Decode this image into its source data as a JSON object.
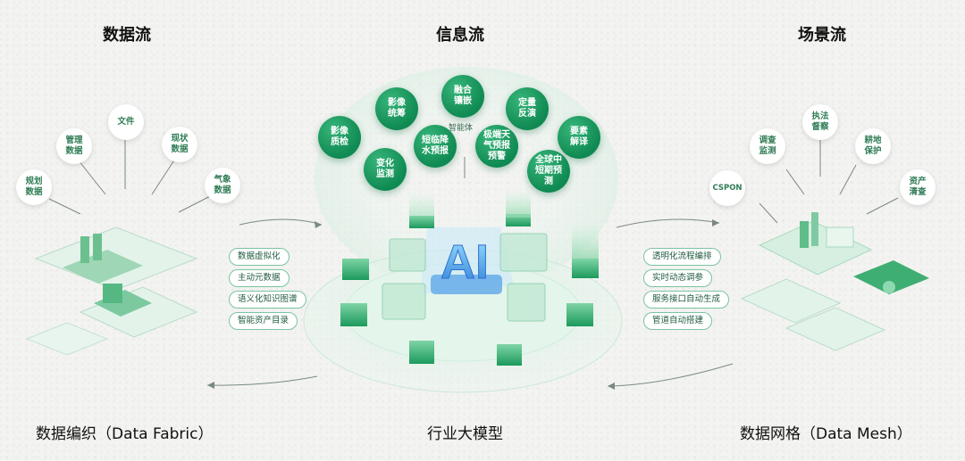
{
  "columns": {
    "left_title": "数据流",
    "center_title": "信息流",
    "right_title": "场景流"
  },
  "left": {
    "sources": [
      {
        "id": "plan",
        "label": "规划\n数据"
      },
      {
        "id": "mgmt",
        "label": "管理\n数据"
      },
      {
        "id": "file",
        "label": "文件"
      },
      {
        "id": "status",
        "label": "现状\n数据"
      },
      {
        "id": "weather",
        "label": "气象\n数据"
      }
    ],
    "features": [
      "数据虚拟化",
      "主动元数据",
      "语义化知识图谱",
      "智能资产目录"
    ],
    "bottom_label": "数据编织（Data Fabric）"
  },
  "center": {
    "agent_label": "智能体",
    "bubbles": [
      {
        "id": "img-check",
        "label": "影像\n质检"
      },
      {
        "id": "img-stat",
        "label": "影像\n统筹"
      },
      {
        "id": "fusion",
        "label": "融合\n镶嵌"
      },
      {
        "id": "quant",
        "label": "定量\n反演"
      },
      {
        "id": "change",
        "label": "变化\n监测"
      },
      {
        "id": "rain",
        "label": "短临降\n水预报"
      },
      {
        "id": "extreme",
        "label": "极端天\n气预报\n预警"
      },
      {
        "id": "element",
        "label": "要素\n解译"
      },
      {
        "id": "global",
        "label": "全球中\n短期预\n测"
      }
    ],
    "ai_text": "AI",
    "bottom_label": "行业大模型"
  },
  "right": {
    "targets": [
      {
        "id": "cspon",
        "label": "CSPON"
      },
      {
        "id": "survey",
        "label": "调查\n监测"
      },
      {
        "id": "enforce",
        "label": "执法\n督察"
      },
      {
        "id": "farmland",
        "label": "耕地\n保护"
      },
      {
        "id": "asset",
        "label": "资产\n清查"
      }
    ],
    "features": [
      "透明化流程编排",
      "实时动态调参",
      "服务接口自动生成",
      "管道自动搭建"
    ],
    "bottom_label": "数据网格（Data Mesh）"
  },
  "colors": {
    "brand_green": "#0f8a52",
    "light_green": "#7ac4a0"
  }
}
